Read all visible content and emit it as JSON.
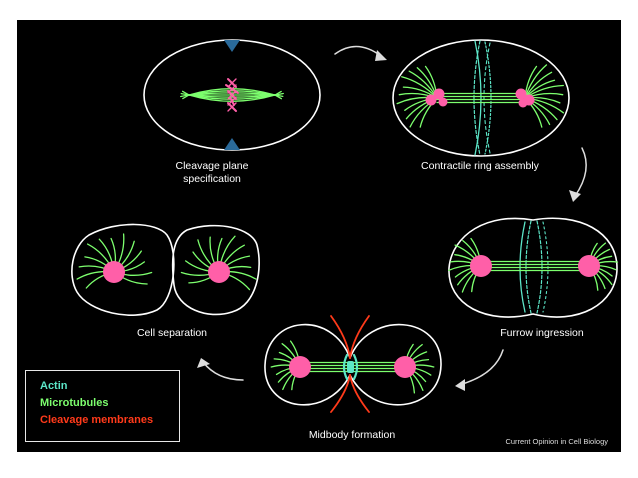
{
  "stages": [
    {
      "label_lines": [
        "Cleavage plane",
        "specification"
      ]
    },
    {
      "label_lines": [
        "Contractile ring assembly"
      ]
    },
    {
      "label_lines": [
        "Furrow ingression"
      ]
    },
    {
      "label_lines": [
        "Midbody formation"
      ]
    },
    {
      "label_lines": [
        "Cell separation"
      ]
    }
  ],
  "legend": [
    {
      "label": "Actin",
      "color": "#5ce6c8"
    },
    {
      "label": "Microtubules",
      "color": "#7dff6e"
    },
    {
      "label": "Cleavage membranes",
      "color": "#ff3a1a"
    }
  ],
  "credit": "Current Opinion in Cell Biology",
  "colors": {
    "background": "#000000",
    "membrane": "#ffffff",
    "microtubule": "#7dff6e",
    "actin": "#5ce6c8",
    "centrosome": "#ff5fa8",
    "cleavage_membrane": "#ff3a1a",
    "spindle_pole_marker": "#2a6a9a",
    "arrow": "#dddddd"
  }
}
